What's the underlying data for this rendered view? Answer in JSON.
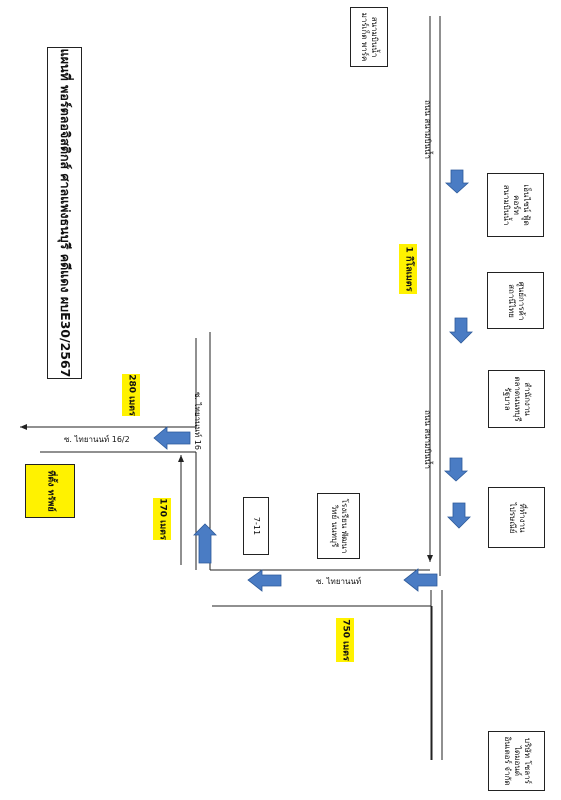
{
  "title": "แผนที่ พอร์ตลอจิสติกส์ ศาลแพ่งธนบุรี คดีแดง ผบE30/2567",
  "distances": {
    "d1": "1 กิโลเมตร",
    "d280": "280 เมตร",
    "d170": "170 เมตร",
    "d750": "750 เมตร"
  },
  "roads": {
    "main_top": "ถนน สนามบินน้ำ",
    "main_mid": "ถนน สนามบินน้ำ",
    "soi16": "ซ. ไทยานนท์ 16",
    "soi16_2": "ซ. ไทยานนท์ 16/2",
    "soi": "ซ. ไทยานนท์"
  },
  "places": {
    "airport": "สนามบินน้ำ มาร์เก็ต พาร์ค",
    "mall": "เอ็นไซน์ ฟู้ดคอร์ท สนามบินน้ำ",
    "center": "ศูนย์การค้า สถานีไทย",
    "office": "สำนักงาน ตลาดนนทบุรี รัฐบาล",
    "worship": "ที่ทำงาน ไปรษณีย์",
    "school": "โรงเรียน พัฒนาวิทย์ นนทบุรี",
    "seven": "7-11",
    "company": "บริษัท โซลาร์ไดมอนด์ อินเตอร์ จำกัด",
    "target": "ที่ตั้ง ทรัพย์"
  },
  "colors": {
    "arrow": "#4a7cc4",
    "arrow_stroke": "#2d5a9a",
    "highlight": "#fff200"
  }
}
